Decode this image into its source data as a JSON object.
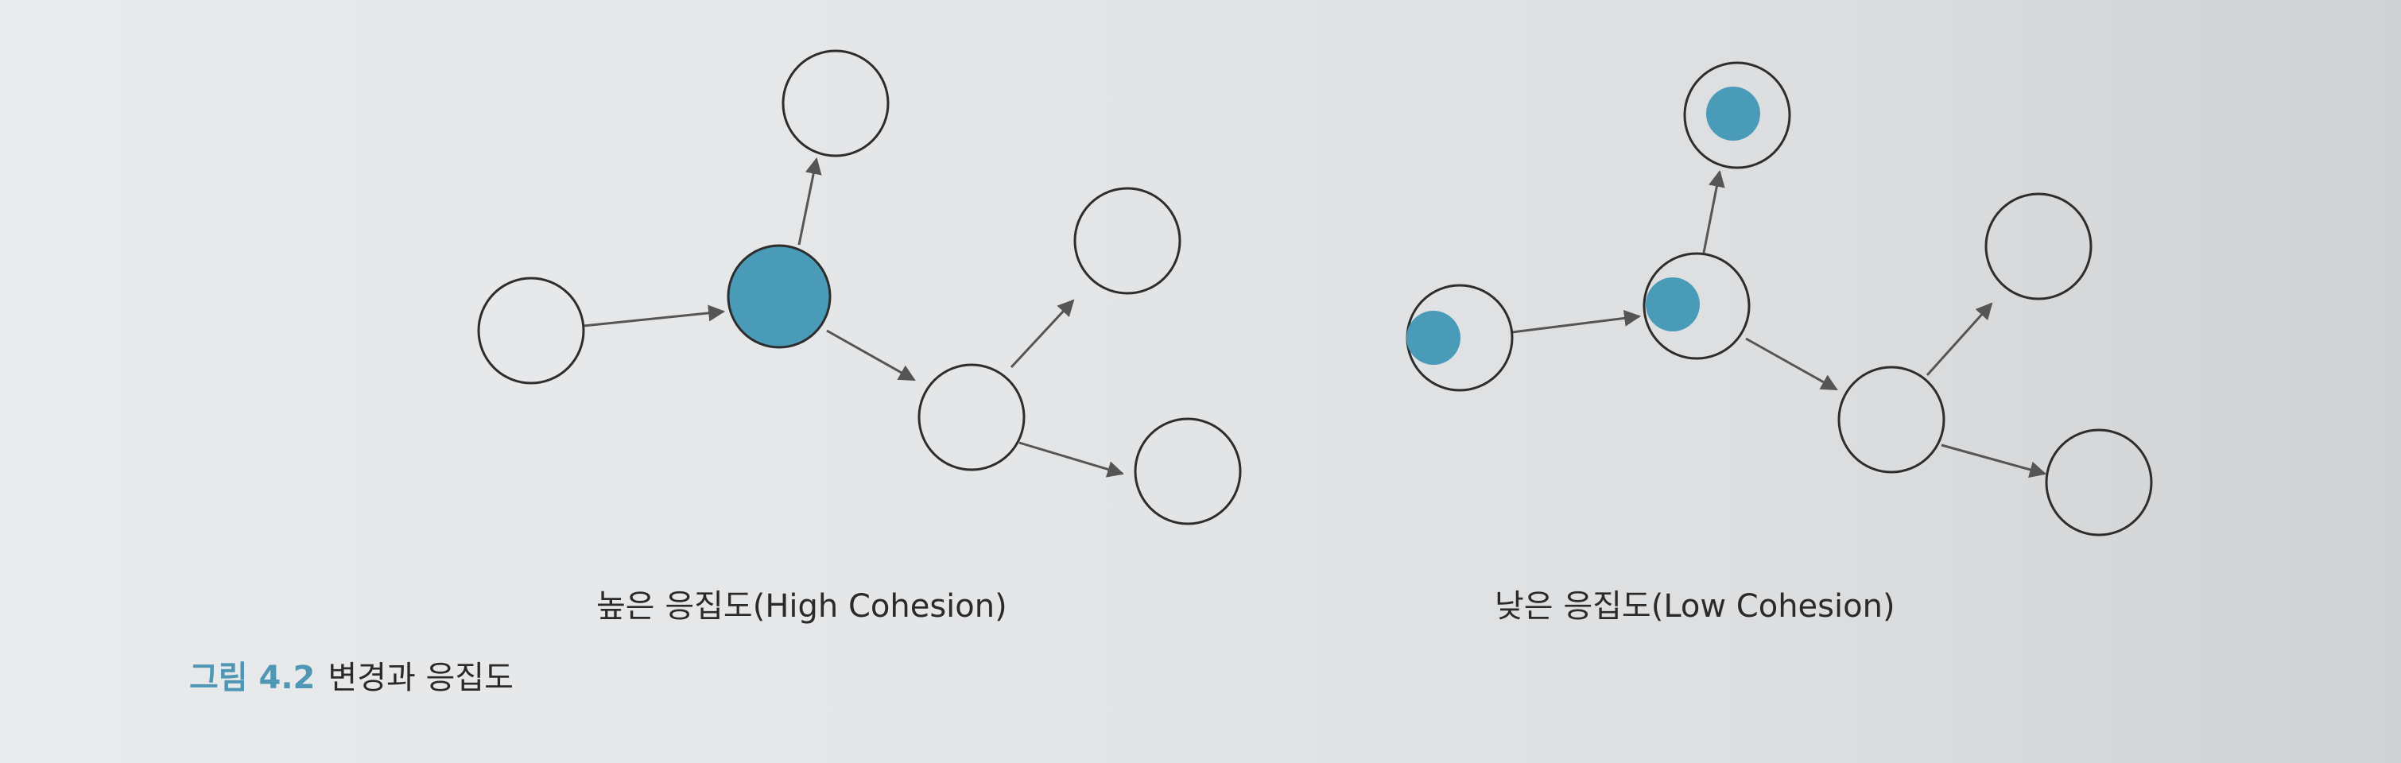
{
  "diagram": {
    "high_cohesion_label": "높은 응집도(High Cohesion)",
    "low_cohesion_label": "낮은 응집도(Low Cohesion)",
    "accent_color": "#4a9bb8"
  },
  "figure": {
    "number": "그림 4.2",
    "title": "변경과 응집도"
  }
}
